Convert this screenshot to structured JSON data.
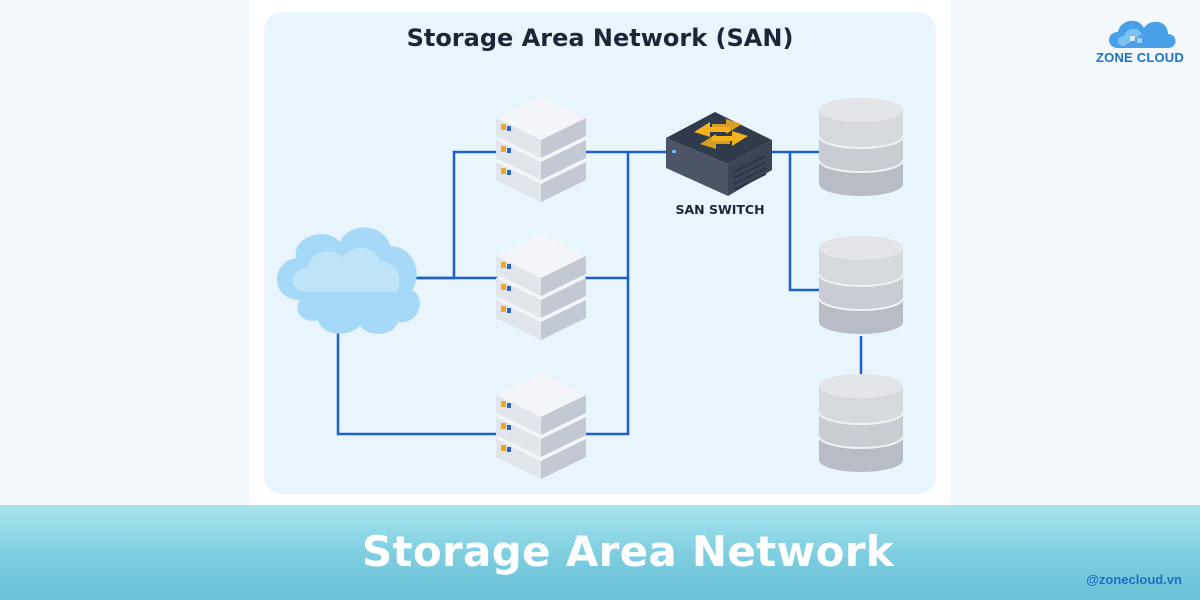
{
  "diagram": {
    "title": "Storage Area Network (SAN)",
    "switch_label": "SAN SWITCH",
    "nodes": [
      {
        "id": "cloud",
        "kind": "cloud-icon"
      },
      {
        "id": "server-1",
        "kind": "server-icon"
      },
      {
        "id": "server-2",
        "kind": "server-icon"
      },
      {
        "id": "server-3",
        "kind": "server-icon"
      },
      {
        "id": "san-switch",
        "kind": "switch-icon"
      },
      {
        "id": "storage-1",
        "kind": "database-icon"
      },
      {
        "id": "storage-2",
        "kind": "database-icon"
      },
      {
        "id": "storage-3",
        "kind": "database-icon"
      }
    ],
    "edges": [
      [
        "cloud",
        "server-1"
      ],
      [
        "cloud",
        "server-2"
      ],
      [
        "cloud",
        "server-3"
      ],
      [
        "server-1",
        "san-switch"
      ],
      [
        "server-2",
        "san-switch"
      ],
      [
        "server-3",
        "san-switch"
      ],
      [
        "san-switch",
        "storage-1"
      ],
      [
        "san-switch",
        "storage-2"
      ],
      [
        "storage-2",
        "storage-3"
      ]
    ]
  },
  "banner": {
    "title": "Storage Area Network",
    "handle": "@zonecloud.vn"
  },
  "logo": {
    "text": "ZONE CLOUD"
  },
  "colors": {
    "line": "#1f5fc9",
    "cloud": "#a6d8f7",
    "server": "#dfe3ea",
    "server_led": "#f0a91c",
    "switch": "#4b5566",
    "switch_arrow": "#f4b21d",
    "storage": "#c9ccd3",
    "brand": "#1f72c8"
  }
}
